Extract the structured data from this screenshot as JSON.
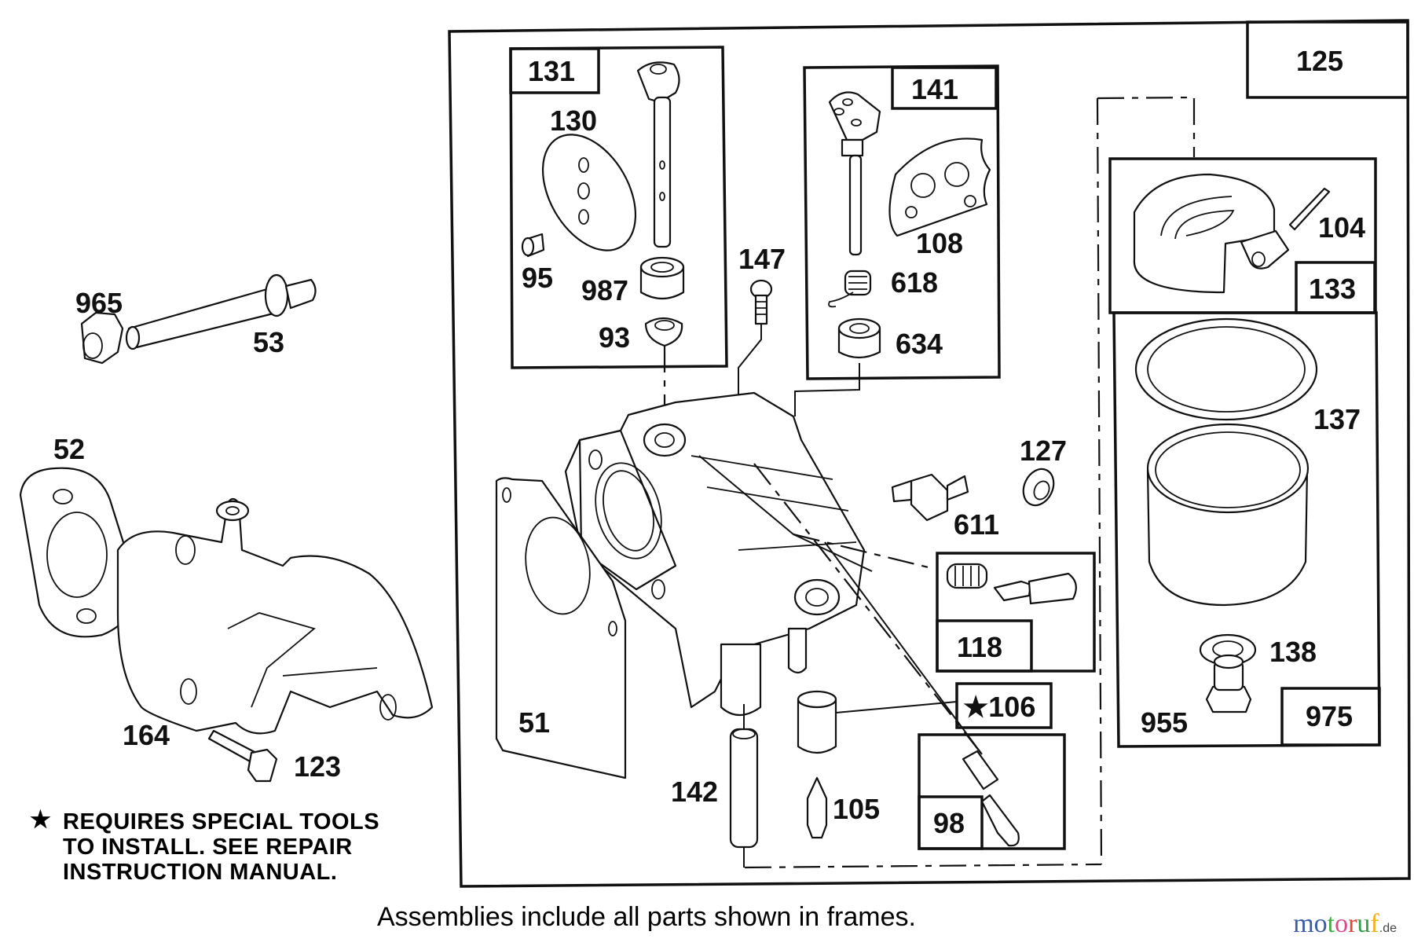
{
  "diagram": {
    "title": "Carburetor exploded parts diagram",
    "caption": "Assemblies include all parts shown in frames.",
    "note": {
      "symbol": "★",
      "lines": [
        "REQUIRES SPECIAL TOOLS",
        "TO INSTALL.  SEE REPAIR",
        "INSTRUCTION MANUAL."
      ]
    },
    "watermark": {
      "letters": [
        {
          "ch": "m",
          "color": "#3b5aa8"
        },
        {
          "ch": "o",
          "color": "#3b5aa8"
        },
        {
          "ch": "t",
          "color": "#4aa84a"
        },
        {
          "ch": "o",
          "color": "#d94a8c"
        },
        {
          "ch": "r",
          "color": "#e0443a"
        },
        {
          "ch": "u",
          "color": "#3a9a4a"
        },
        {
          "ch": "f",
          "color": "#f0b020"
        }
      ],
      "tld": ".de"
    },
    "frame_labels": {
      "f125": "125",
      "f131": "131",
      "f141": "141",
      "f133": "133",
      "f975": "975",
      "f118": "118",
      "f106": "★106",
      "f98": "98"
    },
    "part_labels": {
      "p965": "965",
      "p53": "53",
      "p52": "52",
      "p164": "164",
      "p123": "123",
      "p130": "130",
      "p95": "95",
      "p987": "987",
      "p93": "93",
      "p147": "147",
      "p108": "108",
      "p618": "618",
      "p634": "634",
      "p104": "104",
      "p137": "137",
      "p138": "138",
      "p955": "955",
      "p127": "127",
      "p611": "611",
      "p51": "51",
      "p142": "142",
      "p105": "105"
    }
  }
}
